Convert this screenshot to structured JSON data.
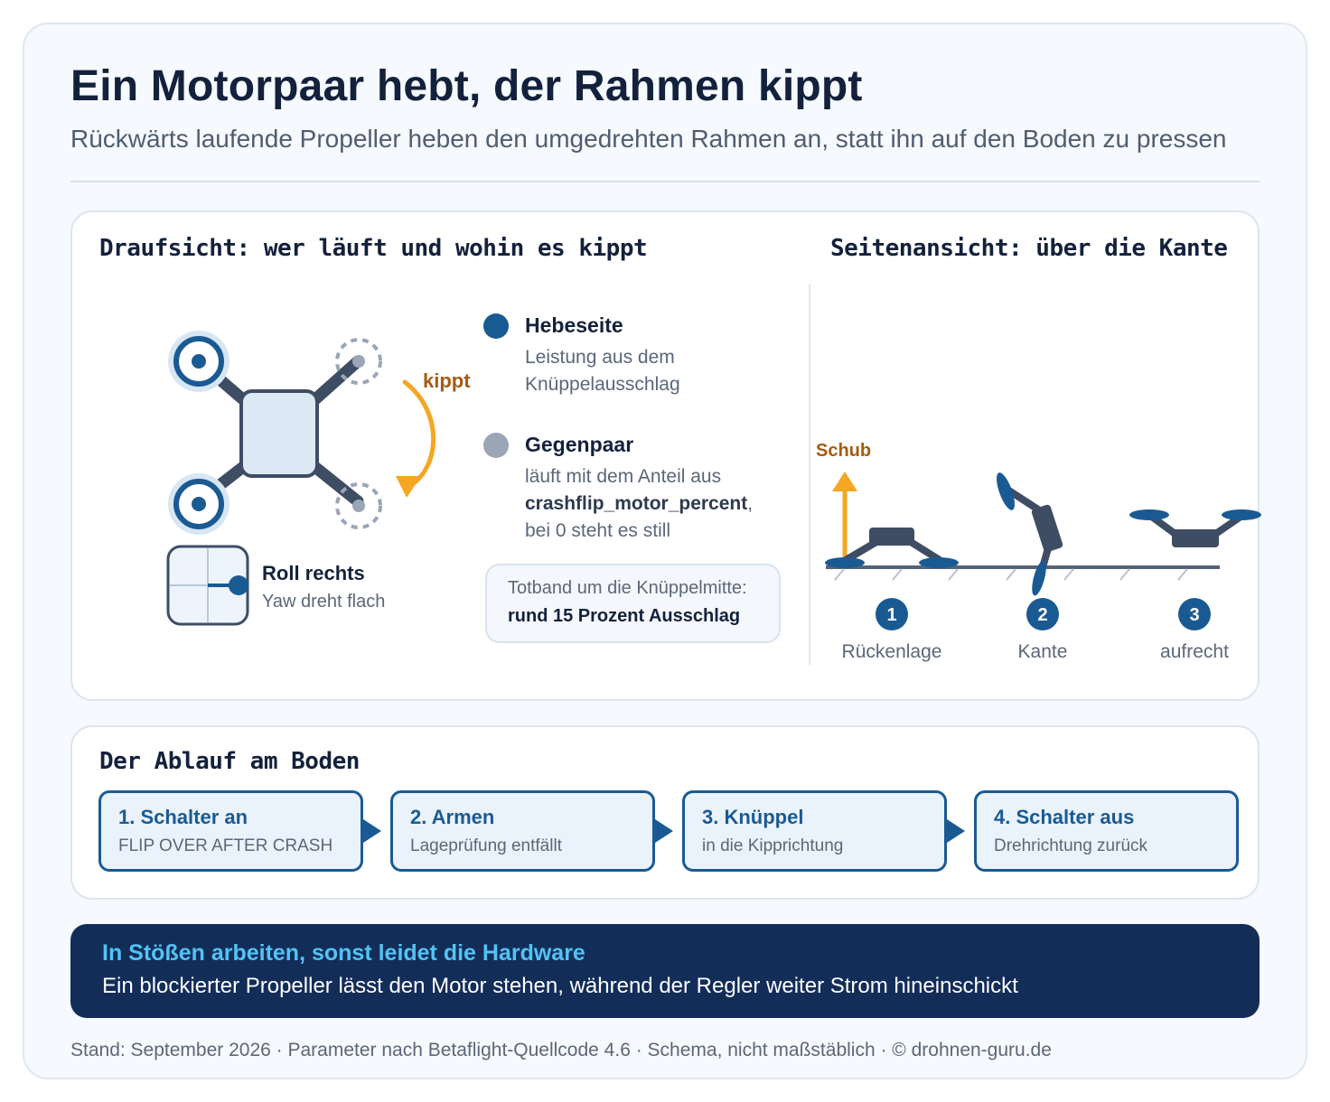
{
  "header": {
    "title": "Ein Motorpaar hebt, der Rahmen kippt",
    "subtitle": "Rückwärts laufende Propeller heben den umgedrehten Rahmen an, statt ihn auf den Boden zu pressen"
  },
  "topview": {
    "heading": "Draufsicht: wer läuft und wohin es kippt",
    "tilt_label": "kippt",
    "stick_label": "Roll rechts",
    "stick_sub": "Yaw dreht flach"
  },
  "legend": {
    "lift": {
      "title": "Hebeseite",
      "line1": "Leistung aus dem",
      "line2": "Knüppelausschlag",
      "color": "#1a5a93"
    },
    "counter": {
      "title": "Gegenpaar",
      "line1": "läuft mit dem Anteil aus",
      "param": "crashflip_motor_percent",
      "param_suffix": ",",
      "line3": "bei 0 steht es still",
      "color": "#9aa6b6"
    }
  },
  "deadband": {
    "line1": "Totband um die Knüppelmitte:",
    "line2": "rund 15 Prozent Ausschlag"
  },
  "sideview": {
    "heading": "Seitenansicht: über die Kante",
    "thrust_label": "Schub",
    "stages": [
      {
        "num": "1",
        "label": "Rückenlage"
      },
      {
        "num": "2",
        "label": "Kante"
      },
      {
        "num": "3",
        "label": "aufrecht"
      }
    ]
  },
  "flow": {
    "heading": "Der Ablauf am Boden",
    "steps": [
      {
        "title": "1. Schalter an",
        "text": "FLIP OVER AFTER CRASH"
      },
      {
        "title": "2. Armen",
        "text": "Lageprüfung entfällt"
      },
      {
        "title": "3. Knüppel",
        "text": "in die Kipprichtung"
      },
      {
        "title": "4. Schalter aus",
        "text": "Drehrichtung zurück"
      }
    ]
  },
  "callout": {
    "title": "In Stößen arbeiten, sonst leidet die Hardware",
    "text": "Ein blockierter Propeller lässt den Motor stehen, während der Regler weiter Strom hineinschickt"
  },
  "footer": "Stand: September 2026 · Parameter nach Betaflight-Quellcode 4.6 · Schema, nicht maßstäblich · © drohnen-guru.de",
  "colors": {
    "primary": "#1a5a93",
    "accent": "#f5a623",
    "dark": "#132d59",
    "frame": "#3e4d64"
  }
}
